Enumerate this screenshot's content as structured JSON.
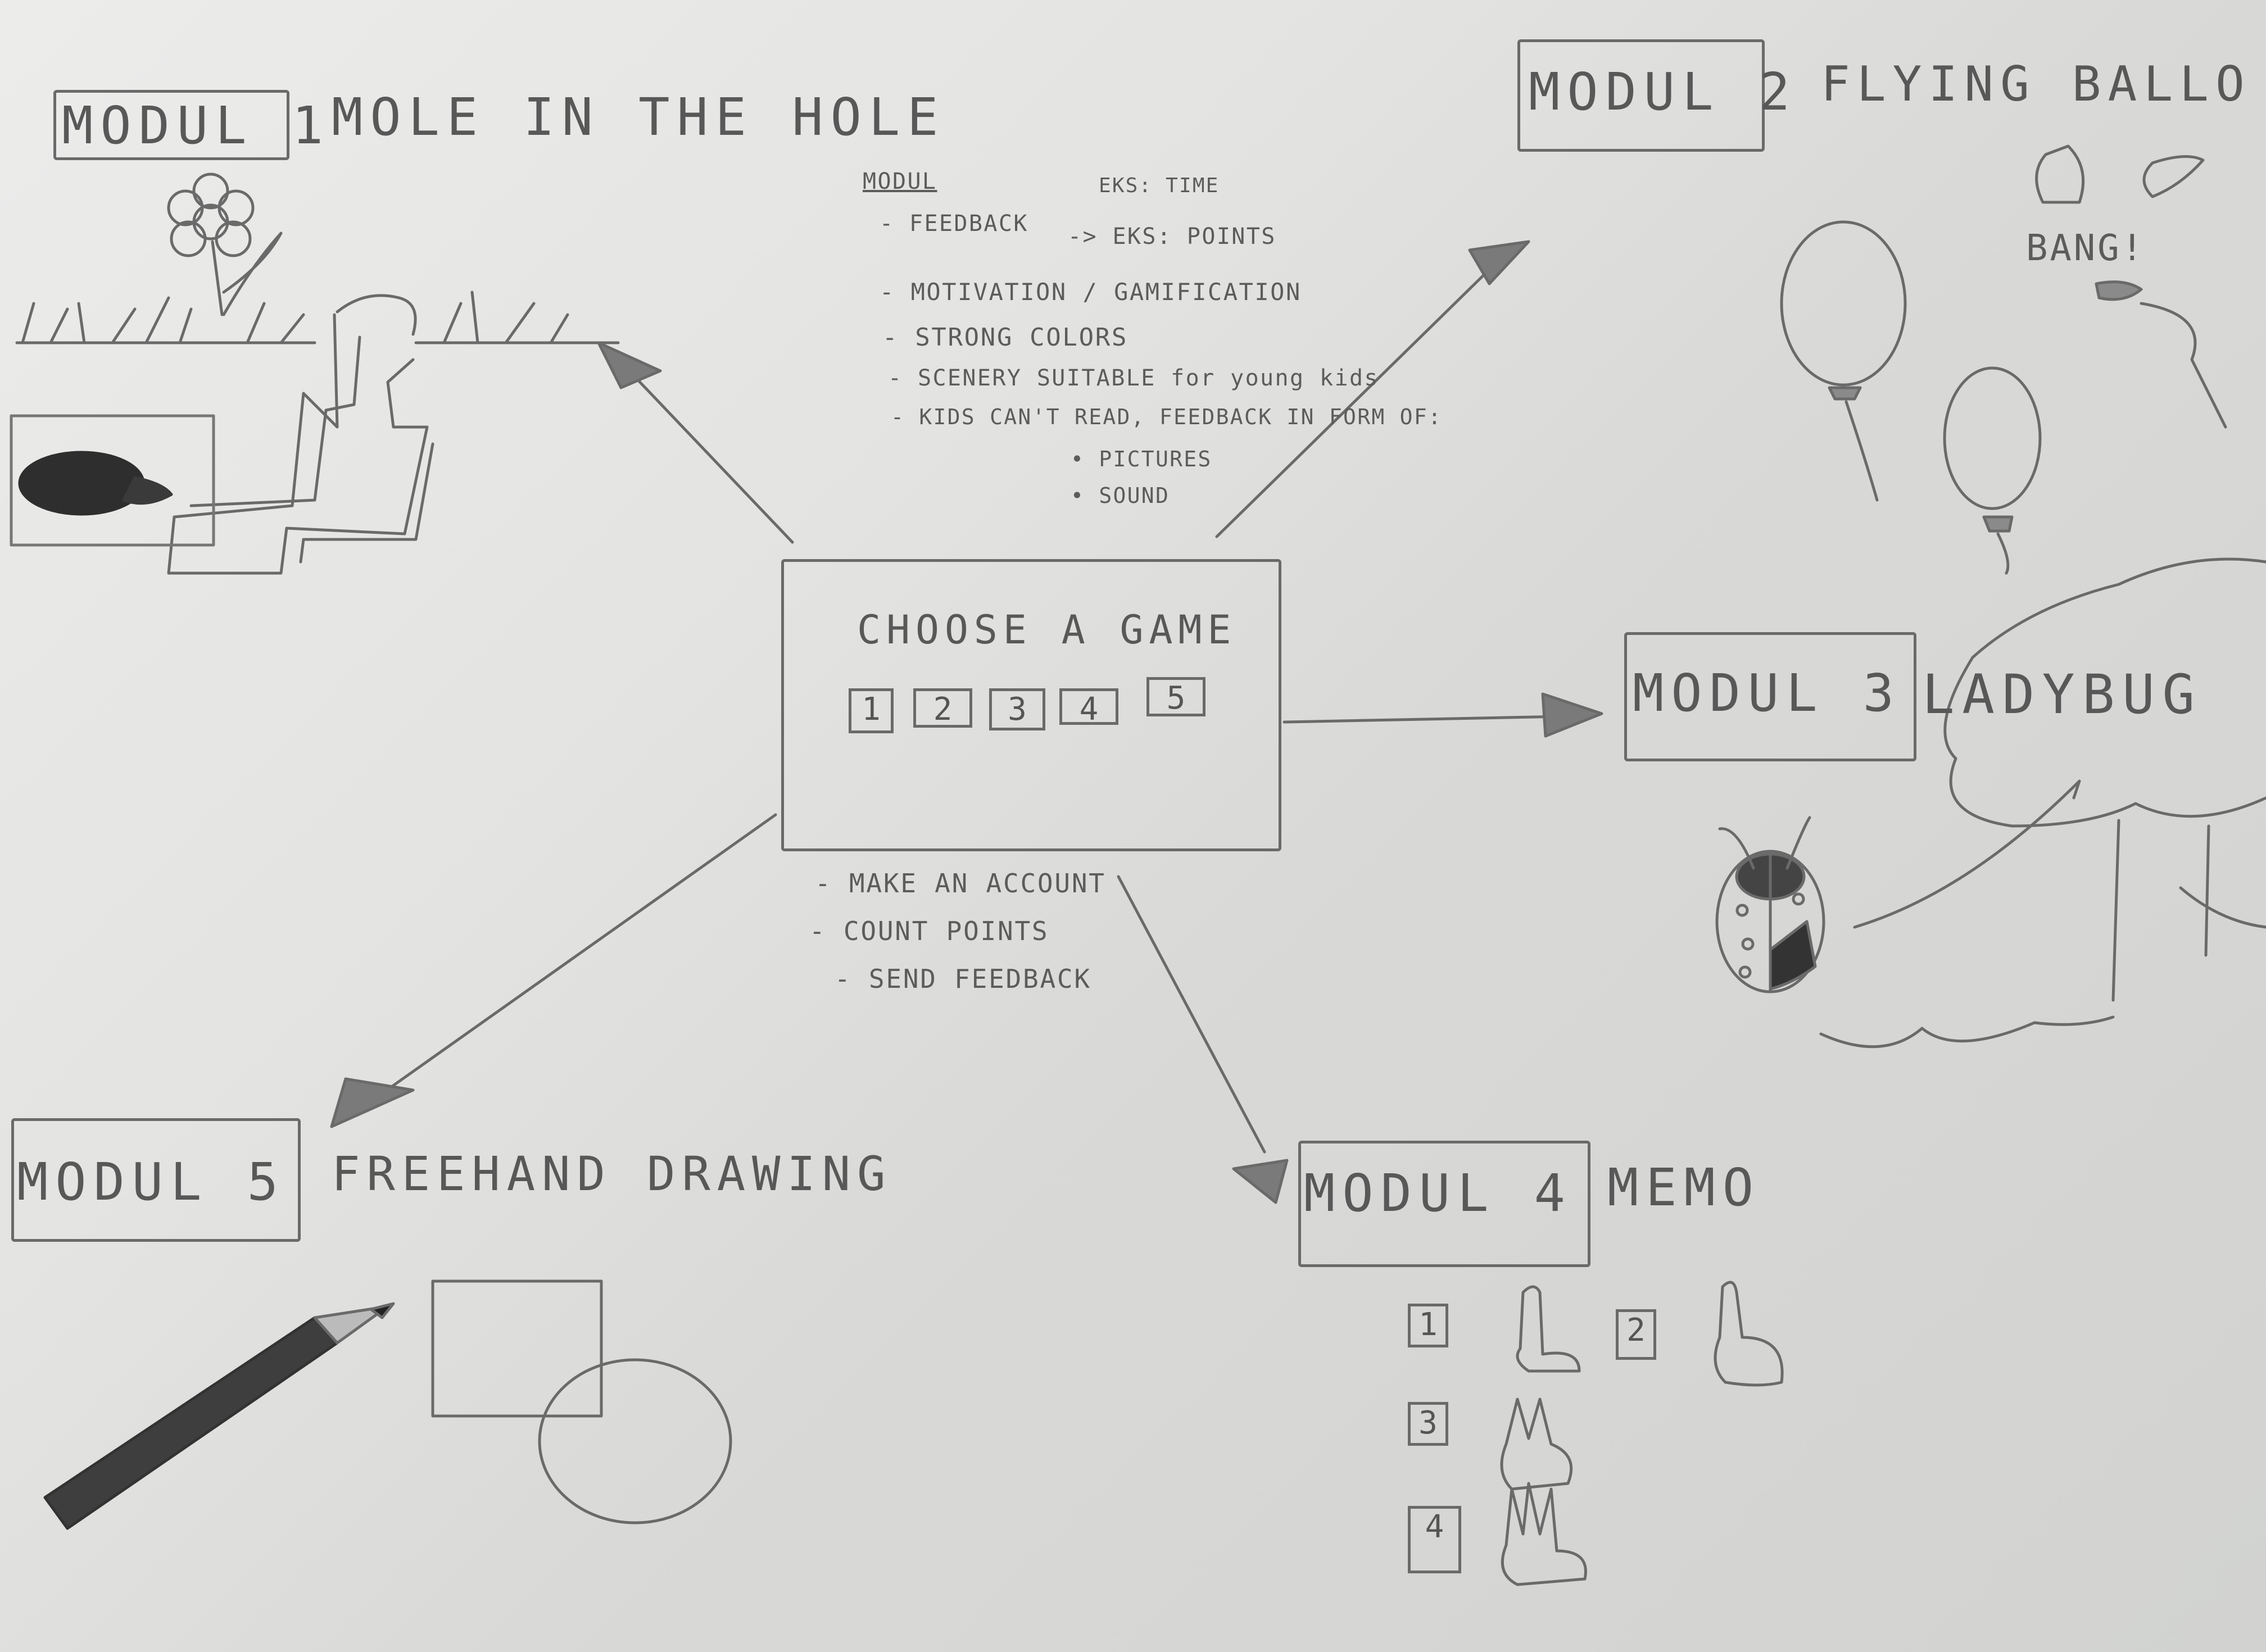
{
  "center": {
    "title": "CHOOSE A GAME",
    "buttons": [
      "1",
      "2",
      "3",
      "4",
      "5"
    ],
    "notes": [
      "- MAKE AN ACCOUNT",
      "- COUNT POINTS",
      "- SEND FEEDBACK"
    ]
  },
  "modul_notes": {
    "heading": "MODUL",
    "feedback": "- FEEDBACK",
    "eks_time": "EKS: TIME",
    "eks_points": "-> EKS: POINTS",
    "items": [
      "- MOTIVATION / GAMIFICATION",
      "- STRONG COLORS",
      "- SCENERY SUITABLE for young kids",
      "- KIDS CAN'T READ, FEEDBACK IN FORM OF:"
    ],
    "subitems": [
      "• PICTURES",
      "• SOUND"
    ]
  },
  "modules": [
    {
      "label": "MODUL 1",
      "name": "MOLE IN THE HOLE"
    },
    {
      "label": "MODUL 2",
      "name": "FLYING BALLO"
    },
    {
      "label": "MODUL 3",
      "name": "LADYBUG"
    },
    {
      "label": "MODUL 4",
      "name": "MEMO"
    },
    {
      "label": "MODUL 5",
      "name": "FREEHAND DRAWING"
    }
  ],
  "balloon_text": "BANG!",
  "memo_cards": [
    "1",
    "2",
    "3",
    "4"
  ],
  "colors": {
    "paper": "#e4e4e2",
    "pencil": "#5a5a5a",
    "dark": "#2e2e2e"
  },
  "icons": [
    "flower-icon",
    "mole-icon",
    "balloon-icon",
    "ladybug-icon",
    "tree-icon",
    "pencil-icon",
    "hand-icon"
  ]
}
